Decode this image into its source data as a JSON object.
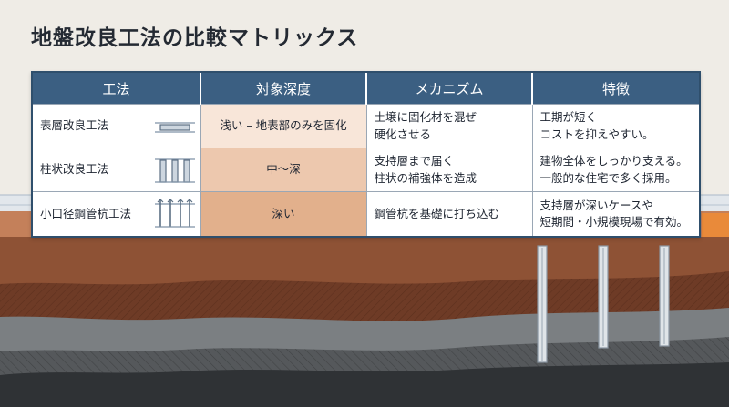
{
  "title": "地盤改良工法の比較マトリックス",
  "table": {
    "headers": [
      "工法",
      "対象深度",
      "メカニズム",
      "特徴"
    ],
    "rows": [
      {
        "method": "表層改良工法",
        "icon": "surface-slab-icon",
        "depth": "浅い – 地表部のみを固化",
        "mechanism_lines": [
          "土壌に固化材を混ぜ",
          "硬化させる"
        ],
        "features_lines": [
          "工期が短く",
          "コストを抑えやすい。"
        ]
      },
      {
        "method": "柱状改良工法",
        "icon": "soil-columns-icon",
        "depth": "中～深",
        "mechanism_lines": [
          "支持層まで届く",
          "柱状の補強体を造成"
        ],
        "features_lines": [
          "建物全体をしっかり支える。",
          "一般的な住宅で多く採用。"
        ]
      },
      {
        "method": "小口径鋼管杭工法",
        "icon": "steel-pipe-piles-icon",
        "depth": "深い",
        "mechanism_lines": [
          "鋼管杭を基礎に打ち込む"
        ],
        "features_lines": [
          "支持層が深いケースや",
          "短期間・小規模現場で有効。"
        ]
      }
    ]
  },
  "colors": {
    "header_bg": "#3b5f82",
    "depth_shallow": "#f8e6d9",
    "depth_medium": "#edc8ae",
    "depth_deep": "#e2b08c",
    "accent_orange": "#e98a3a"
  }
}
